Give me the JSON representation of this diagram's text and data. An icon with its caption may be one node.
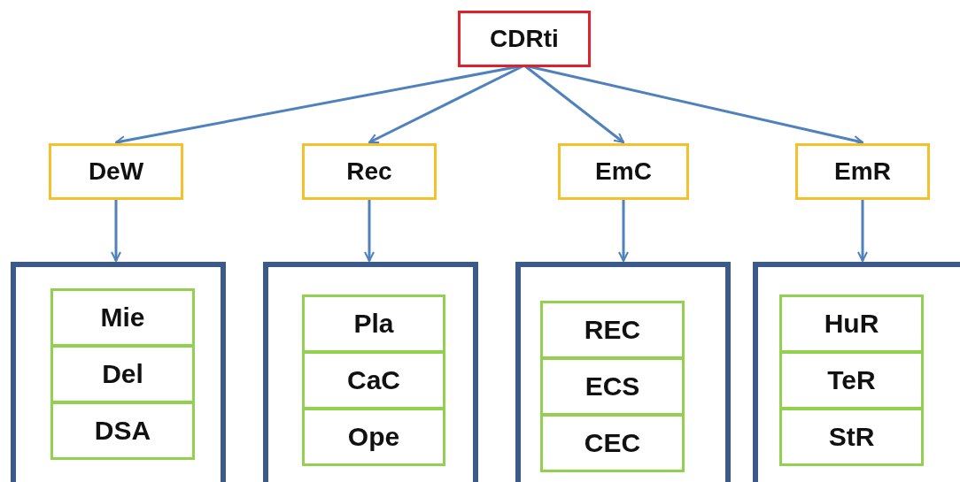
{
  "diagram": {
    "nodes": [
      {
        "text": [
          "CDRti"
        ]
      },
      {
        "text": [
          "DeW"
        ]
      },
      {
        "text": [
          "Rec"
        ]
      },
      {
        "text": [
          "EmC"
        ]
      },
      {
        "text": [
          "EmR"
        ]
      },
      {
        "text": [],
        "shape": "box"
      },
      {
        "text": [
          "Mie"
        ],
        "in": 5
      },
      {
        "text": [
          "Del"
        ],
        "in": 5
      },
      {
        "text": [
          "DSA"
        ],
        "in": 5
      },
      {
        "text": [],
        "shape": "box"
      },
      {
        "text": [
          "Pla"
        ],
        "in": 9
      },
      {
        "text": [
          "CaC"
        ],
        "in": 9
      },
      {
        "text": [
          "Ope"
        ],
        "in": 9
      },
      {
        "text": [],
        "shape": "box"
      },
      {
        "text": [
          "REC"
        ],
        "in": 13
      },
      {
        "text": [
          "ECS"
        ],
        "in": 13
      },
      {
        "text": [
          "CEC"
        ],
        "in": 13
      },
      {
        "text": [],
        "shape": "box"
      },
      {
        "text": [
          "HuR"
        ],
        "in": 17
      },
      {
        "text": [
          "TeR"
        ],
        "in": 17
      },
      {
        "text": [
          "StR"
        ],
        "in": 17
      }
    ],
    "edges": [
      {
        "from": 0,
        "to": 1,
        "arrow": "to"
      },
      {
        "from": 0,
        "to": 2,
        "arrow": "to"
      },
      {
        "from": 0,
        "to": 3,
        "arrow": "to"
      },
      {
        "from": 0,
        "to": 4,
        "arrow": "to"
      },
      {
        "from": 1,
        "to": 5,
        "arrow": "to"
      },
      {
        "from": 2,
        "to": 9,
        "arrow": "to"
      },
      {
        "from": 3,
        "to": 13,
        "arrow": "to"
      },
      {
        "from": 4,
        "to": 17,
        "arrow": "to"
      }
    ]
  }
}
